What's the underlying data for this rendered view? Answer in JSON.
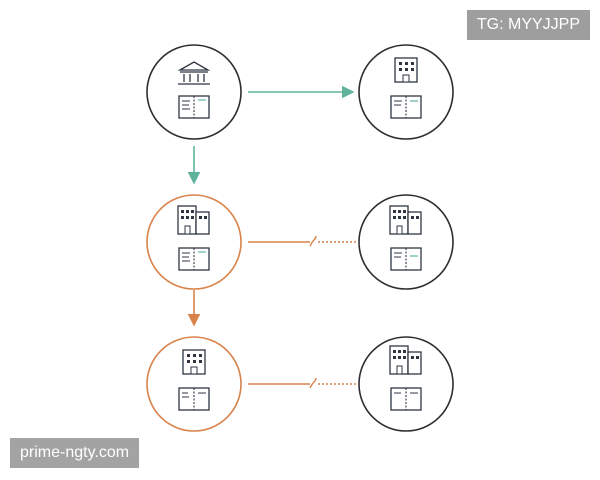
{
  "watermarks": {
    "top_right": "TG: MYYJJPP",
    "bottom_left": "prime-ngty.com"
  },
  "colors": {
    "background": "#ffffff",
    "node_dark": "#2d2d33",
    "node_orange": "#d9824a",
    "arrow_teal": "#5fb39a",
    "connector_orange": "#d9824a",
    "icon_stroke": "#2f3541",
    "icon_accent": "#5fb39a",
    "badge_bg": "#9e9e9e"
  },
  "nodes": [
    {
      "id": "top-left",
      "icon": "bank-icon",
      "style": "dark"
    },
    {
      "id": "top-right",
      "icon": "building-icon",
      "style": "dark"
    },
    {
      "id": "mid-left",
      "icon": "office-buildings-icon",
      "style": "orange"
    },
    {
      "id": "mid-right",
      "icon": "office-buildings-icon",
      "style": "dark"
    },
    {
      "id": "bottom-left",
      "icon": "building-icon",
      "style": "orange"
    },
    {
      "id": "bottom-right",
      "icon": "office-buildings-icon",
      "style": "dark"
    }
  ],
  "edges": [
    {
      "from": "top-left",
      "to": "top-right",
      "kind": "teal-arrow"
    },
    {
      "from": "top-left",
      "to": "mid-left",
      "kind": "teal-arrow"
    },
    {
      "from": "mid-left",
      "to": "mid-right",
      "kind": "orange-broken-line"
    },
    {
      "from": "mid-left",
      "to": "bottom-left",
      "kind": "orange-arrow"
    },
    {
      "from": "bottom-left",
      "to": "bottom-right",
      "kind": "orange-broken-line"
    }
  ]
}
